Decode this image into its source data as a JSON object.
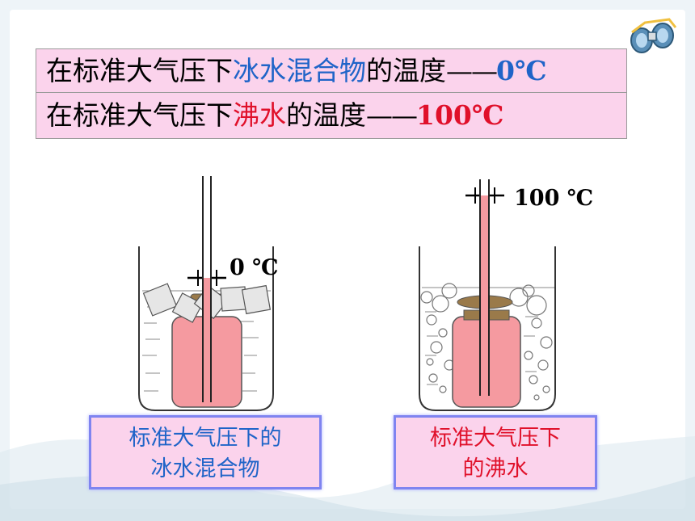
{
  "statements": [
    {
      "prefix": "在标准大气压下",
      "subject": "冰水混合物",
      "suffix": "的温度",
      "dash": "——",
      "value": "0℃"
    },
    {
      "prefix": "在标准大气压下",
      "subject": "沸水",
      "suffix": "的温度",
      "dash": "——",
      "value": "100℃"
    }
  ],
  "left_beaker": {
    "thermometer_reading": "0 ℃",
    "caption": [
      "标准大气压下的",
      "冰水混合物"
    ]
  },
  "right_beaker": {
    "thermometer_reading": "100 ℃",
    "caption": [
      "标准大气压下",
      "的沸水"
    ]
  },
  "icons": {
    "corner": "binoculars-icon"
  },
  "colors": {
    "highlight_blue": "#1f64c8",
    "highlight_red": "#e0102a",
    "box_fill": "#fbd3ec",
    "bottle_fill": "#f59aa0"
  }
}
